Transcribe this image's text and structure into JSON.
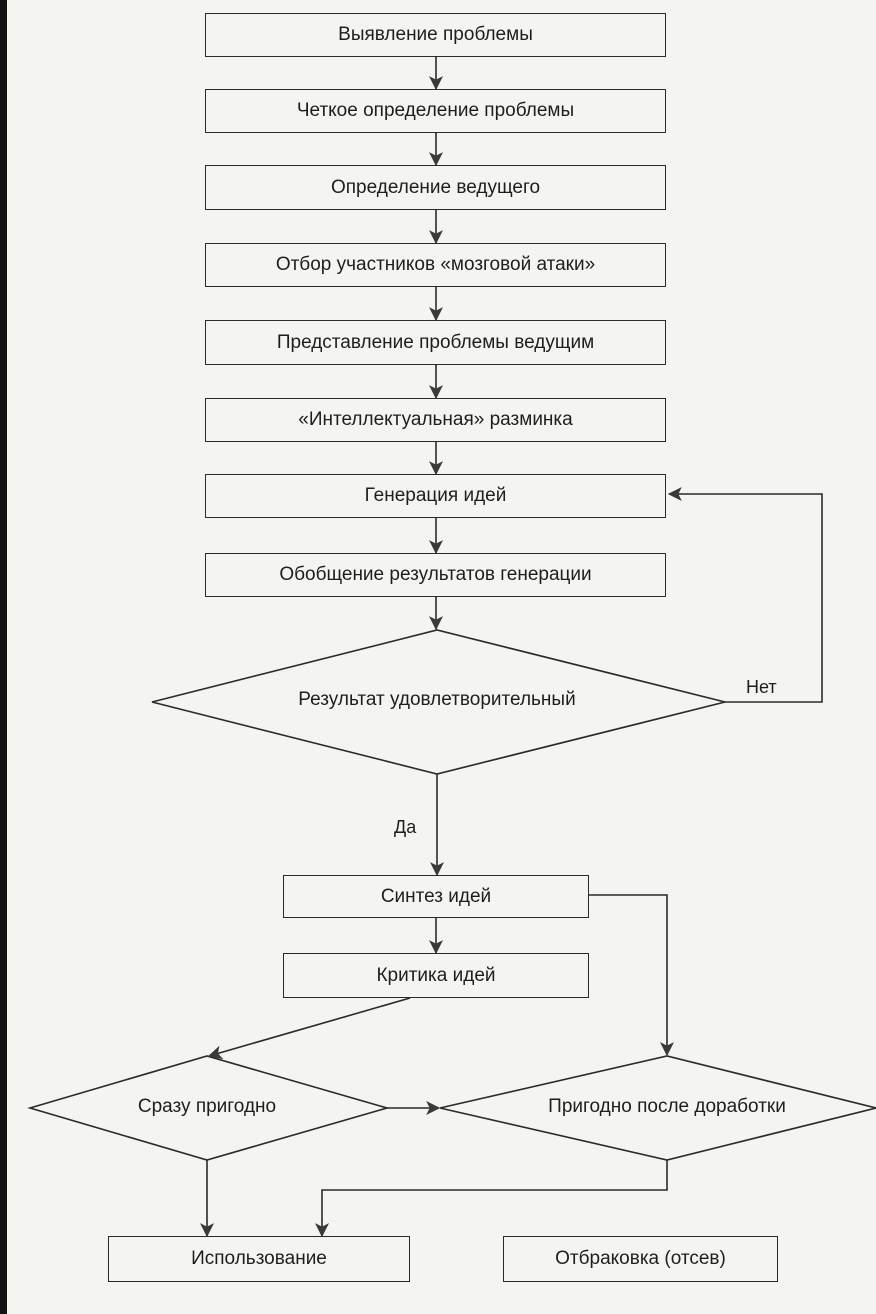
{
  "steps": {
    "identify": "Выявление проблемы",
    "define": "Четкое определение проблемы",
    "leader": "Определение ведущего",
    "participants": "Отбор участников «мозговой атаки»",
    "present": "Представление проблемы ведущим",
    "warmup": "«Интеллектуальная» разминка",
    "generate": "Генерация идей",
    "summarize": "Обобщение результатов генерации"
  },
  "decision": {
    "question": "Результат удовлетворительный",
    "no_label": "Нет",
    "yes_label": "Да"
  },
  "post": {
    "synthesis": "Синтез идей",
    "critique": "Критика идей",
    "fit_now": "Сразу пригодно",
    "fit_after": "Пригодно после доработки",
    "use": "Использование",
    "reject": "Отбраковка (отсев)"
  }
}
